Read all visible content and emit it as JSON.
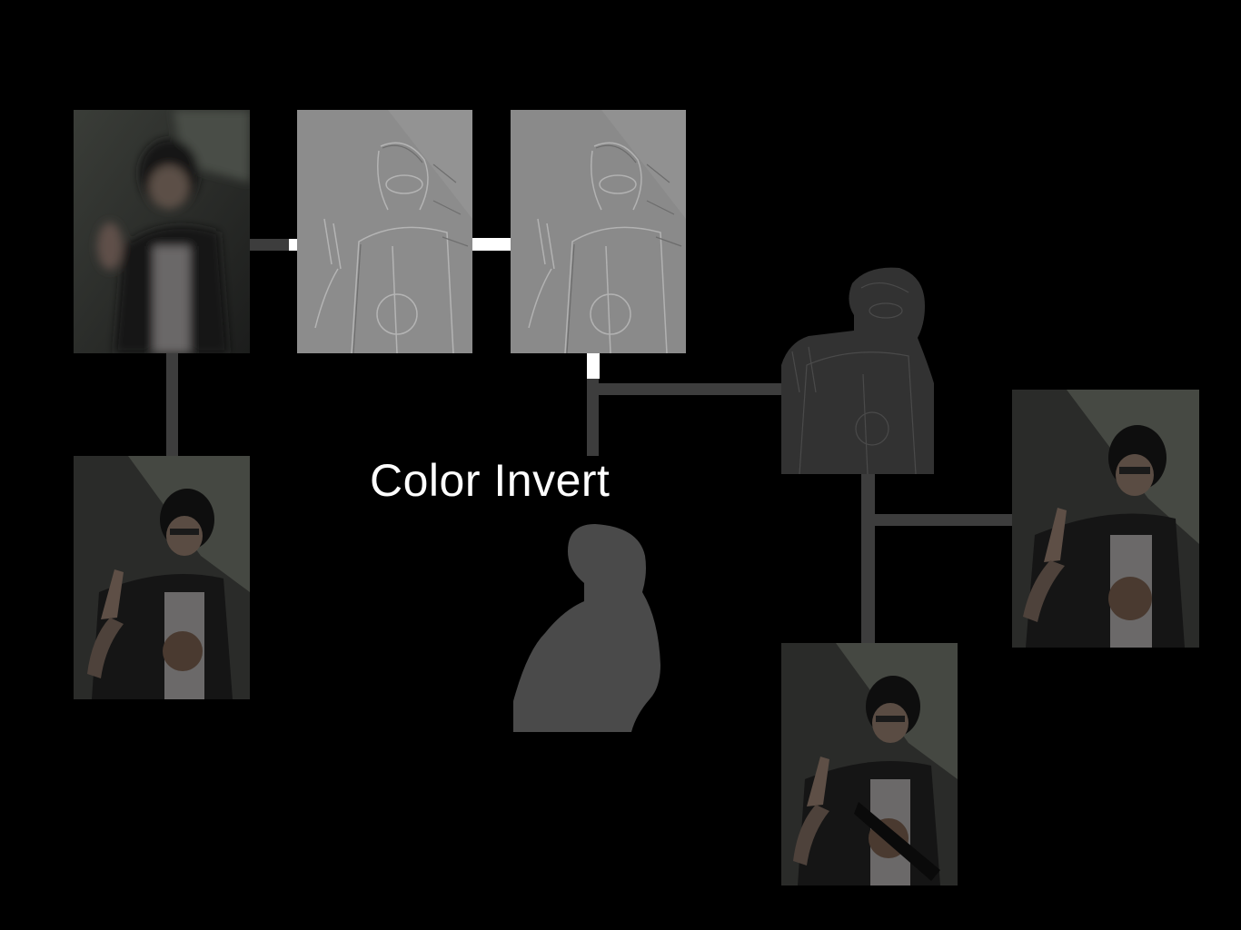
{
  "slide": {
    "caption": "Color Invert",
    "colors": {
      "background": "#000000",
      "active_connector": "#ffffff",
      "dim_connector": "#3d3d3d",
      "caption_text": "#ffffff",
      "emboss_gray": "#8c8c8c",
      "mask_gray": "#4a4a4a"
    }
  },
  "nodes": [
    {
      "id": "blurred-photo",
      "icon": "blurred-portrait-image"
    },
    {
      "id": "original-photo",
      "icon": "portrait-photo-image"
    },
    {
      "id": "edge-emboss-1",
      "icon": "embossed-portrait-image"
    },
    {
      "id": "edge-emboss-2",
      "icon": "embossed-portrait-image"
    },
    {
      "id": "silhouette-mask",
      "icon": "silhouette-mask-image"
    },
    {
      "id": "masked-emboss",
      "icon": "masked-embossed-portrait-image"
    },
    {
      "id": "result-photo-right",
      "icon": "portrait-photo-image"
    },
    {
      "id": "result-photo-bottom",
      "icon": "portrait-photo-image"
    }
  ]
}
